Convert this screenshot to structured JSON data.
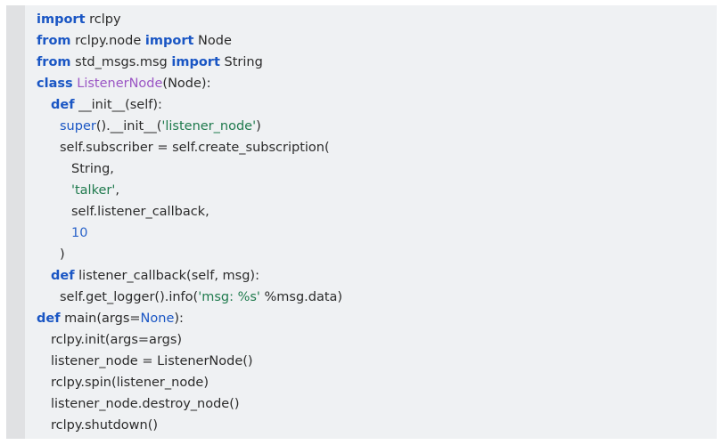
{
  "snippet": {
    "language": "python",
    "background_color": "#eff1f3",
    "gutter_color": "#e0e1e3",
    "page_color": "#ffffff",
    "colors": {
      "keyword": "#1a56c4",
      "builtin": "#1a56c4",
      "class_name": "#9a55c4",
      "string": "#1f7a4d",
      "number": "#2a63c9",
      "plain_text": "#2b2b2b"
    },
    "lines": [
      {
        "indent": 0,
        "tokens": [
          {
            "t": "import",
            "c": "kw"
          },
          {
            "t": " rclpy",
            "c": "plain"
          }
        ]
      },
      {
        "indent": 0,
        "tokens": [
          {
            "t": "from",
            "c": "kw"
          },
          {
            "t": " rclpy.node ",
            "c": "plain"
          },
          {
            "t": "import",
            "c": "kw"
          },
          {
            "t": " Node",
            "c": "plain"
          }
        ]
      },
      {
        "indent": 0,
        "tokens": [
          {
            "t": "from",
            "c": "kw"
          },
          {
            "t": " std_msgs.msg ",
            "c": "plain"
          },
          {
            "t": "import",
            "c": "kw"
          },
          {
            "t": " String",
            "c": "plain"
          }
        ]
      },
      {
        "indent": 0,
        "tokens": [
          {
            "t": "class",
            "c": "kw"
          },
          {
            "t": " ",
            "c": "plain"
          },
          {
            "t": "ListenerNode",
            "c": "class"
          },
          {
            "t": "(Node):",
            "c": "plain"
          }
        ]
      },
      {
        "indent": 1,
        "tokens": [
          {
            "t": "def",
            "c": "kw"
          },
          {
            "t": " __init__(self):",
            "c": "plain"
          }
        ]
      },
      {
        "indent": 2,
        "tokens": [
          {
            "t": "super",
            "c": "builtin"
          },
          {
            "t": "().__init__(",
            "c": "plain"
          },
          {
            "t": "'listener_node'",
            "c": "str"
          },
          {
            "t": ")",
            "c": "plain"
          }
        ]
      },
      {
        "indent": 2,
        "tokens": [
          {
            "t": "self.subscriber = self.create_subscription(",
            "c": "plain"
          }
        ]
      },
      {
        "indent": 3,
        "tokens": [
          {
            "t": "String,",
            "c": "plain"
          }
        ]
      },
      {
        "indent": 3,
        "tokens": [
          {
            "t": "'talker'",
            "c": "str"
          },
          {
            "t": ",",
            "c": "plain"
          }
        ]
      },
      {
        "indent": 3,
        "tokens": [
          {
            "t": "self.listener_callback,",
            "c": "plain"
          }
        ]
      },
      {
        "indent": 3,
        "tokens": [
          {
            "t": "10",
            "c": "num"
          }
        ]
      },
      {
        "indent": 2,
        "tokens": [
          {
            "t": ")",
            "c": "plain"
          }
        ]
      },
      {
        "indent": 1,
        "tokens": [
          {
            "t": "def",
            "c": "kw"
          },
          {
            "t": " listener_callback(self, msg):",
            "c": "plain"
          }
        ]
      },
      {
        "indent": 2,
        "tokens": [
          {
            "t": "self.get_logger().info(",
            "c": "plain"
          },
          {
            "t": "'msg: %s'",
            "c": "str"
          },
          {
            "t": " %msg.data)",
            "c": "plain"
          }
        ]
      },
      {
        "indent": 0,
        "tokens": [
          {
            "t": "def",
            "c": "kw"
          },
          {
            "t": " main(args=",
            "c": "plain"
          },
          {
            "t": "None",
            "c": "builtin"
          },
          {
            "t": "):",
            "c": "plain"
          }
        ]
      },
      {
        "indent": 1,
        "tokens": [
          {
            "t": "rclpy.init(args=args)",
            "c": "plain"
          }
        ]
      },
      {
        "indent": 1,
        "tokens": [
          {
            "t": "listener_node = ListenerNode()",
            "c": "plain"
          }
        ]
      },
      {
        "indent": 1,
        "tokens": [
          {
            "t": "rclpy.spin(listener_node)",
            "c": "plain"
          }
        ]
      },
      {
        "indent": 1,
        "tokens": [
          {
            "t": "listener_node.destroy_node()",
            "c": "plain"
          }
        ]
      },
      {
        "indent": 1,
        "tokens": [
          {
            "t": "rclpy.shutdown()",
            "c": "plain"
          }
        ]
      }
    ]
  }
}
